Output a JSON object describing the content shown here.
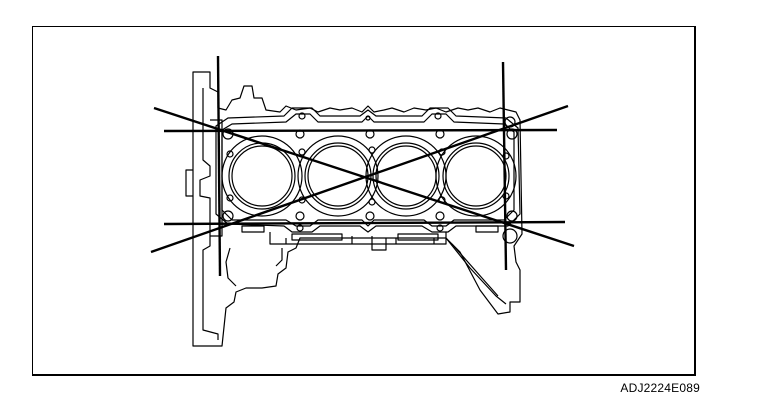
{
  "figure": {
    "caption": "ADJ2224E089",
    "subject": "cylinder-block-deck-flatness-check",
    "cylinders": 4,
    "measurement_lines": 6
  },
  "colors": {
    "line": "#000000",
    "background": "#ffffff"
  }
}
